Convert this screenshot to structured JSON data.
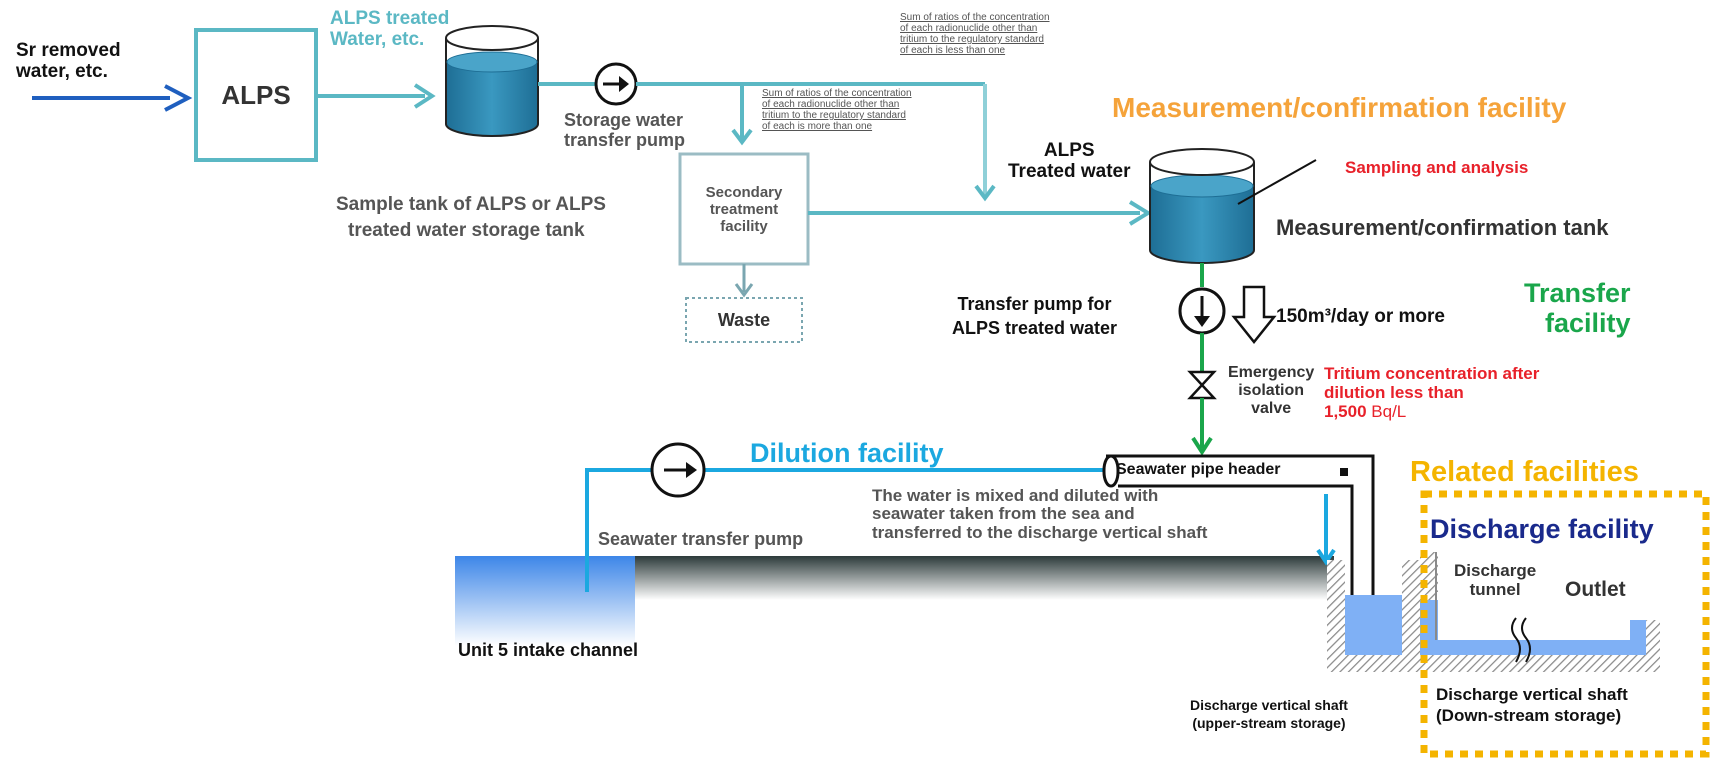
{
  "labels": {
    "sr_removed": [
      "Sr removed",
      "water, etc."
    ],
    "alps": "ALPS",
    "alps_treated_water_etc": [
      "ALPS treated",
      "Water, etc."
    ],
    "note_less_than_one": [
      "Sum of ratios of the concentration",
      "of each radionuclide other than",
      "tritium to the regulatory standard",
      "of each is less than one"
    ],
    "note_more_than_one": [
      "Sum of ratios of the concentration",
      "of each radionuclide other than",
      "tritium to the regulatory standard",
      "of each is more than one"
    ],
    "storage_pump": [
      "Storage water",
      "transfer pump"
    ],
    "sample_tank": [
      "Sample tank of ALPS or ALPS",
      "treated water storage tank"
    ],
    "secondary_treatment": [
      "Secondary",
      "treatment",
      "facility"
    ],
    "waste": "Waste",
    "measurement_facility_title": "Measurement/confirmation facility",
    "alps_treated_water": [
      "ALPS",
      "Treated water"
    ],
    "sampling_analysis": "Sampling and analysis",
    "measurement_tank": "Measurement/confirmation tank",
    "transfer_pump_alps": [
      "Transfer pump for",
      "ALPS treated water"
    ],
    "flow_rate": "150m³/day or more",
    "transfer_facility": [
      "Transfer",
      "facility"
    ],
    "emergency_valve": [
      "Emergency",
      "isolation",
      "valve"
    ],
    "tritium_note_lines": [
      "Tritium concentration after",
      "dilution less than"
    ],
    "tritium_value": "1,500",
    "tritium_unit": "Bq/L",
    "dilution_facility": "Dilution facility",
    "seawater_header": "Seawater pipe header",
    "mix_description": [
      "The water is mixed and diluted with",
      "seawater taken from the sea and",
      "transferred to the discharge vertical shaft"
    ],
    "seawater_pump": "Seawater transfer pump",
    "intake_channel": "Unit 5 intake channel",
    "related_facilities": "Related facilities",
    "discharge_facility": "Discharge facility",
    "discharge_tunnel": [
      "Discharge",
      "tunnel"
    ],
    "outlet": "Outlet",
    "shaft_upstream": [
      "Discharge vertical shaft",
      "(upper-stream storage)"
    ],
    "shaft_downstream": [
      "Discharge vertical shaft",
      "(Down-stream storage)"
    ]
  },
  "colors": {
    "teal_line": "#5bb8c4",
    "blue_arrow": "#1f5fbf",
    "orange_title": "#f5a33a",
    "red_text": "#e8212a",
    "green_text": "#1aa64b",
    "green_line": "#1aa64b",
    "cyan_line": "#1ba8e0",
    "navy_text": "#1a2a8c",
    "yellow_border": "#f4b400",
    "water_blue": "#7fb0f5",
    "tank_dark": "#2a7fa8"
  },
  "icons": [
    "pump-icon",
    "arrow-icon",
    "valve-icon",
    "tank-icon"
  ]
}
